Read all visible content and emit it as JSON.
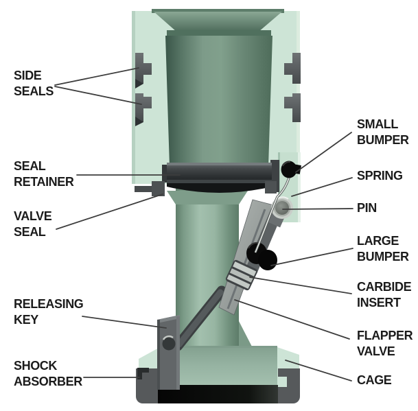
{
  "labels": {
    "side_seals": "SIDE\nSEALS",
    "seal_retainer": "SEAL\nRETAINER",
    "valve_seal": "VALVE\nSEAL",
    "releasing_key": "RELEASING\nKEY",
    "shock_absorber": "SHOCK\nABSORBER",
    "small_bumper": "SMALL\nBUMPER",
    "spring": "SPRING",
    "pin": "PIN",
    "large_bumper": "LARGE\nBUMPER",
    "carbide_insert": "CARBIDE\nINSERT",
    "flapper_valve": "FLAPPER\nVALVE",
    "cage": "CAGE"
  },
  "colors": {
    "background": "#ffffff",
    "body_mint": "#cde4d6",
    "bore_green_dark": "#3a5649",
    "bore_green_light": "#81a08c",
    "tube_green": "#9cb9a7",
    "metal_gray": "#5d6163",
    "retainer_black": "#1f2224",
    "rubber_black": "#0a0a0a",
    "pin_ring": "#c9cec9",
    "spring_wire": "#e9ece9",
    "label_text": "#1b1b1b",
    "leader_line": "#3d3d3d"
  }
}
